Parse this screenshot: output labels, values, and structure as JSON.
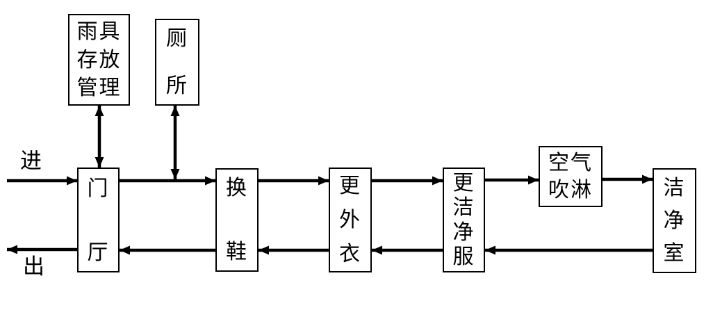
{
  "diagram": {
    "labels": {
      "enter": "进",
      "exit": "出"
    },
    "boxes": {
      "rain_gear": {
        "name": "雨具存放管理",
        "lines": [
          "雨具",
          "存放",
          "管理"
        ]
      },
      "toilet": {
        "name": "厕所",
        "lines": [
          "厕",
          "所"
        ]
      },
      "hall": {
        "name": "门厅",
        "lines": [
          "门",
          "厅"
        ]
      },
      "change_shoes": {
        "name": "换鞋",
        "lines": [
          "换",
          "鞋"
        ]
      },
      "change_outerwear": {
        "name": "更外衣",
        "lines": [
          "更",
          "外",
          "衣"
        ]
      },
      "change_clean_clothes": {
        "name": "更洁净服",
        "lines": [
          "更",
          "洁",
          "净",
          "服"
        ]
      },
      "air_shower": {
        "name": "空气吹淋",
        "lines": [
          "空气",
          "吹淋"
        ]
      },
      "cleanroom": {
        "name": "洁净室",
        "lines": [
          "洁",
          "净",
          "室"
        ]
      }
    },
    "colors": {
      "line": "#000000",
      "background": "#ffffff",
      "box_border": "#000000"
    }
  }
}
